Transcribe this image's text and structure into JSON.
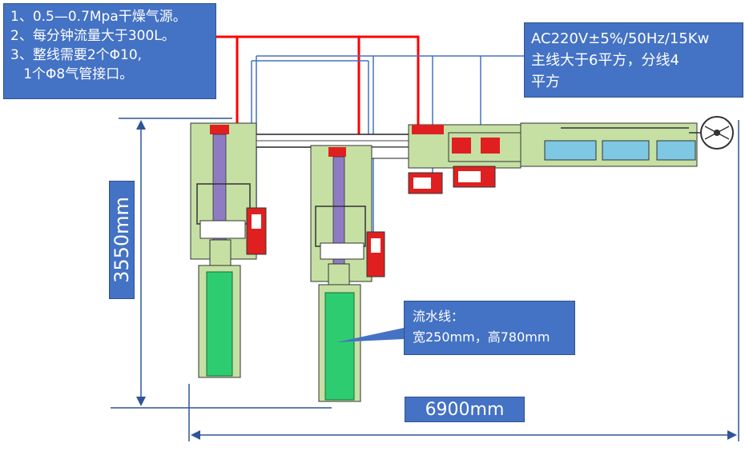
{
  "air_supply_note": {
    "lines": [
      "1、0.5—0.7Mpa干燥气源。",
      "2、每分钟流量大于300L。",
      "3、整线需要2个Φ10,",
      "   1个Φ8气管接口。"
    ]
  },
  "power_note": {
    "lines": [
      "AC220V±5%/50Hz/15Kw",
      "主线大于6平方，分线4",
      "平方"
    ]
  },
  "conveyor_note": {
    "lines": [
      "流水线：",
      "宽250mm，高780mm"
    ]
  },
  "dimensions": {
    "height_label": "3550mm",
    "width_label": "6900mm"
  },
  "colors": {
    "callout_fill": "#4472c4",
    "air_line": "#ff0000",
    "power_line": "#4472c4",
    "machine_base": "#c6e0a4",
    "conveyor": "#2ecc71",
    "control_panel": "#e02020",
    "dimension_arrow": "#2f5597"
  }
}
